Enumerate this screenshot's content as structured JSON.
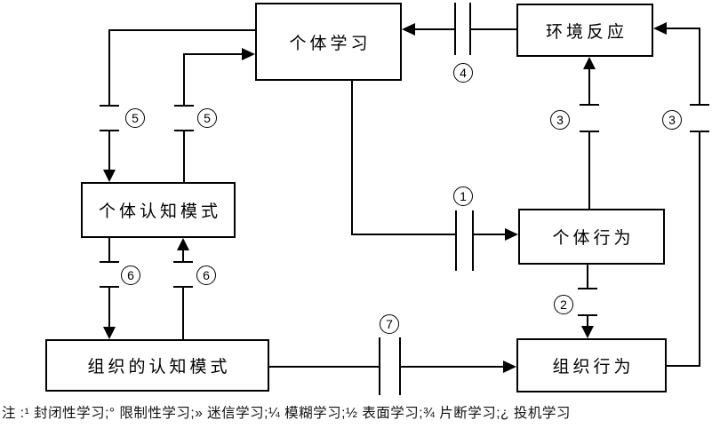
{
  "diagram": {
    "title_implicit": "",
    "nodes": [
      {
        "id": "individual-learning",
        "label": "个体学习"
      },
      {
        "id": "environment-response",
        "label": "环境反应"
      },
      {
        "id": "individual-cognitive-model",
        "label": "个体认知模式"
      },
      {
        "id": "individual-behavior",
        "label": "个体行为"
      },
      {
        "id": "organizational-cognitive-model",
        "label": "组织的认知模式"
      },
      {
        "id": "organizational-behavior",
        "label": "组织行为"
      }
    ],
    "markers": [
      {
        "id": "marker-5-left",
        "label": "5"
      },
      {
        "id": "marker-5-right",
        "label": "5"
      },
      {
        "id": "marker-4",
        "label": "4"
      },
      {
        "id": "marker-3-left",
        "label": "3"
      },
      {
        "id": "marker-3-right",
        "label": "3"
      },
      {
        "id": "marker-1",
        "label": "1"
      },
      {
        "id": "marker-6-left",
        "label": "6"
      },
      {
        "id": "marker-6-right",
        "label": "6"
      },
      {
        "id": "marker-2",
        "label": "2"
      },
      {
        "id": "marker-7",
        "label": "7"
      }
    ],
    "edges": [
      {
        "from": "individual-learning",
        "to": "individual-cognitive-model",
        "barrier": "5"
      },
      {
        "from": "individual-cognitive-model",
        "to": "individual-learning",
        "barrier": "5"
      },
      {
        "from": "individual-cognitive-model",
        "to": "organizational-cognitive-model",
        "barrier": "6"
      },
      {
        "from": "organizational-cognitive-model",
        "to": "individual-cognitive-model",
        "barrier": "6"
      },
      {
        "from": "individual-learning",
        "to": "individual-behavior",
        "barrier": "1"
      },
      {
        "from": "individual-behavior",
        "to": "organizational-behavior",
        "barrier": "2"
      },
      {
        "from": "individual-behavior",
        "to": "environment-response",
        "barrier": "3"
      },
      {
        "from": "organizational-behavior",
        "to": "environment-response",
        "barrier": "3"
      },
      {
        "from": "environment-response",
        "to": "individual-learning",
        "barrier": "4"
      },
      {
        "from": "organizational-cognitive-model",
        "to": "organizational-behavior",
        "barrier": "7"
      }
    ]
  },
  "footnote": "注 :¹ 封闭性学习;° 限制性学习;» 迷信学习;¼ 模糊学习;½ 表面学习;¾ 片断学习;¿ 投机学习",
  "colors": {
    "line": "#000000",
    "background": "#ffffff"
  }
}
